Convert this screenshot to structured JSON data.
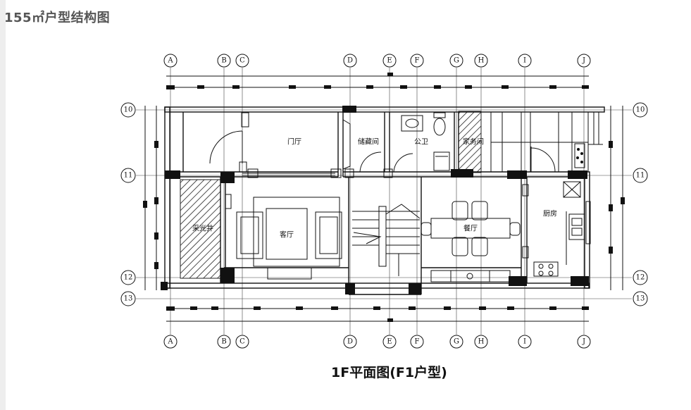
{
  "header": {
    "title": "155㎡户型结构图"
  },
  "caption": "1F平面图(F1户型)",
  "grid": {
    "columns": [
      "A",
      "B",
      "C",
      "D",
      "E",
      "F",
      "G",
      "H",
      "I",
      "J"
    ],
    "rows": [
      "10",
      "11",
      "12",
      "13"
    ]
  },
  "rooms": {
    "foyer": "门厅",
    "storage": "储藏间",
    "bathroom": "公卫",
    "utility": "家务间",
    "lightwell": "采光井",
    "living": "客厅",
    "dining": "餐厅",
    "kitchen": "厨房"
  }
}
